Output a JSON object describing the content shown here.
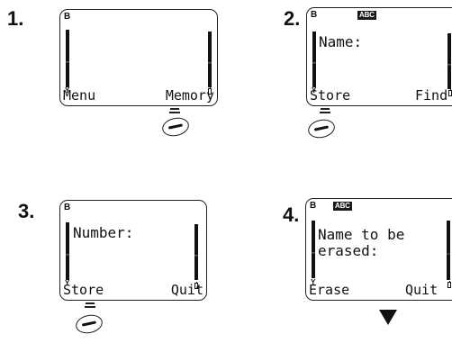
{
  "panels": [
    {
      "number": "1.",
      "battery_icon": "B",
      "mode_icon": "",
      "lines": [
        "",
        ""
      ],
      "soft_left": "Menu",
      "soft_right": "Memory"
    },
    {
      "number": "2.",
      "battery_icon": "B",
      "mode_icon": "ABC",
      "lines": [
        "Name:",
        ""
      ],
      "soft_left": "Store",
      "soft_right": "Find"
    },
    {
      "number": "3.",
      "battery_icon": "B",
      "mode_icon": "",
      "lines": [
        "Number:",
        ""
      ],
      "soft_left": "Store",
      "soft_right": "Quit"
    },
    {
      "number": "4.",
      "battery_icon": "B",
      "mode_icon": "ABC",
      "lines": [
        "Name to be",
        "erased:"
      ],
      "soft_left": "Erase",
      "soft_right": "Quit"
    }
  ],
  "icons": {
    "softkey": "softkey-button-icon",
    "antenna": "antenna-icon",
    "battery": "battery-icon",
    "scroll_down": "down-arrow-icon"
  },
  "glyphs": {
    "antenna": "Y"
  }
}
